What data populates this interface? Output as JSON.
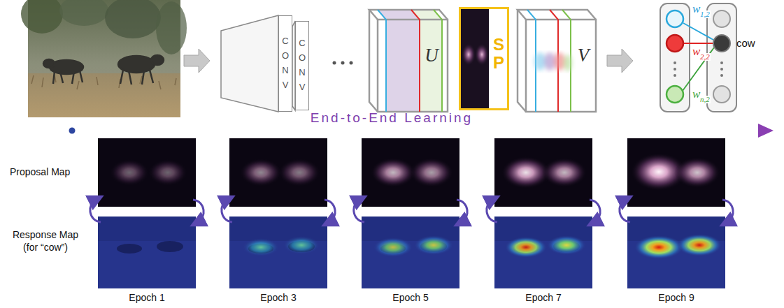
{
  "diagram": {
    "nodes": [
      {
        "text": [
          "CONV"
        ]
      },
      {
        "text": [
          "CONV"
        ]
      },
      {
        "text": [
          "U"
        ]
      },
      {
        "text": [
          "SP"
        ]
      },
      {
        "text": [
          "V"
        ]
      },
      {
        "text": [
          "cow"
        ]
      }
    ],
    "labels": [
      "w",
      "1,2",
      "w",
      "2,2",
      "w",
      "n,2",
      "End-to-End Learning",
      "Proposal Map",
      "Response Map (for “cow”)",
      "Epoch 1",
      "Epoch 3",
      "Epoch 5",
      "Epoch 7",
      "Epoch 9"
    ]
  }
}
